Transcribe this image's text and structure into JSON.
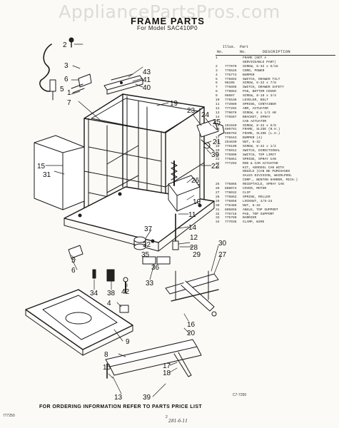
{
  "watermark": "AppliancePartsPros.com",
  "header": {
    "title": "FRAME PARTS",
    "model": "For Model SAC410P0"
  },
  "parts_table": {
    "col_illus": "Illus.",
    "col_part": "Part",
    "col_no": "No.",
    "col_no2": "No.",
    "col_desc": "DESCRIPTION",
    "rows": [
      {
        "no": "1",
        "part": "",
        "desc": "FRAME (NOT A"
      },
      {
        "no": "",
        "part": "",
        "desc": "SERVICEABLE PART)"
      },
      {
        "no": "2",
        "part": "777070",
        "desc": "SCREW, 6-32 x 5/16"
      },
      {
        "no": "3",
        "part": "776526",
        "desc": "CORD, POWER"
      },
      {
        "no": "4",
        "part": "776774",
        "desc": "BUMPER"
      },
      {
        "no": "5",
        "part": "775894",
        "desc": "SWITCH, DRAWER TILT"
      },
      {
        "no": "6",
        "part": "98106",
        "desc": "SCREW, 6-32 x 7/8"
      },
      {
        "no": "7",
        "part": "775895",
        "desc": "SWITCH, DRAWER SAFETY"
      },
      {
        "no": "8",
        "part": "776063",
        "desc": "PAN, BOTTOM COVER"
      },
      {
        "no": "9",
        "part": "98607",
        "desc": "SCREW, 8-18 x 3/4"
      },
      {
        "no": "10",
        "part": "775536",
        "desc": "LEVELER, BOLT"
      },
      {
        "no": "11",
        "part": "773980",
        "desc": "SPRING, CONTAINER"
      },
      {
        "no": "12",
        "part": "777292",
        "desc": "ARM, ACTUATOR"
      },
      {
        "no": "13",
        "part": "776076",
        "desc": "SCREW, 8 x 1/2 AB"
      },
      {
        "no": "14",
        "part": "775567",
        "desc": "BRACKET, SPRAY"
      },
      {
        "no": "",
        "part": "",
        "desc": "CAN ACTUATOR"
      },
      {
        "no": "15",
        "part": "191940",
        "desc": "SCREW, 8-32 x 5/8"
      },
      {
        "no": "16",
        "part": "690791",
        "desc": "FRAME, SLIDE (R.H.)"
      },
      {
        "no": "",
        "part": "690793",
        "desc": "FRAME, SLIDE (L.H.)"
      },
      {
        "no": "17",
        "part": "775643",
        "desc": "BUMPER (4)"
      },
      {
        "no": "18",
        "part": "254830",
        "desc": "NUT, 6-32"
      },
      {
        "no": "19",
        "part": "776109",
        "desc": "SCREW, 8-32 x 1/2"
      },
      {
        "no": "20",
        "part": "776912",
        "desc": "SWITCH, DIRECTIONAL"
      },
      {
        "no": "21",
        "part": "776909",
        "desc": "SWITCH, TOP LIMIT"
      },
      {
        "no": "22",
        "part": "776861",
        "desc": "SPRING, SPRAY CAN"
      },
      {
        "no": "23",
        "part": "777293",
        "desc": "ROD & CAM ACTUATOR"
      },
      {
        "no": "24",
        "part": "",
        "desc": "KIT, AEROSOL CAN WITH"
      },
      {
        "no": "",
        "part": "",
        "desc": "NOZZLE (CAN BE PURCHASED"
      },
      {
        "no": "",
        "part": "",
        "desc": "SALES DIVISION, WHIRLPOOL"
      },
      {
        "no": "",
        "part": "",
        "desc": "CORP., BENTON HARBOR, MICH.)"
      },
      {
        "no": "25",
        "part": "776865",
        "desc": "RECEPTACLE, SPRAY CAN"
      },
      {
        "no": "26",
        "part": "808074",
        "desc": "COVER, MOTOR"
      },
      {
        "no": "27",
        "part": "776032",
        "desc": "CLIP"
      },
      {
        "no": "28",
        "part": "776862",
        "desc": "SPRING, ROLLER"
      },
      {
        "no": "29",
        "part": "776856",
        "desc": "LOCKNUT, 3/8-24"
      },
      {
        "no": "30",
        "part": "776486",
        "desc": "NUT, 6-32"
      },
      {
        "no": "31",
        "part": "808855",
        "desc": "ANGLE, TOP SUPPORT"
      },
      {
        "no": "32",
        "part": "776716",
        "desc": "PAD, TOP SUPPORT"
      },
      {
        "no": "33",
        "part": "775789",
        "desc": "BARRIER"
      },
      {
        "no": "34",
        "part": "777036",
        "desc": "CLAMP, WIRE"
      }
    ]
  },
  "diagram": {
    "callouts": [
      "2",
      "3",
      "6",
      "1",
      "5",
      "7",
      "43",
      "41",
      "40",
      "19",
      "23",
      "24",
      "25",
      "21",
      "39",
      "22",
      "15",
      "31",
      "26",
      "10",
      "11",
      "14",
      "12",
      "28",
      "29",
      "37",
      "32",
      "35",
      "36",
      "5",
      "6",
      "34",
      "38",
      "42",
      "33",
      "30",
      "27",
      "4",
      "9",
      "16",
      "20",
      "8",
      "17",
      "18",
      "15",
      "13",
      "39"
    ],
    "code": "C7-7250"
  },
  "footer": {
    "notice": "FOR ORDERING INFORMATION REFER TO PARTS PRICE LIST",
    "left_code": "777250",
    "page": "2",
    "handwritten": "281-6-11"
  }
}
